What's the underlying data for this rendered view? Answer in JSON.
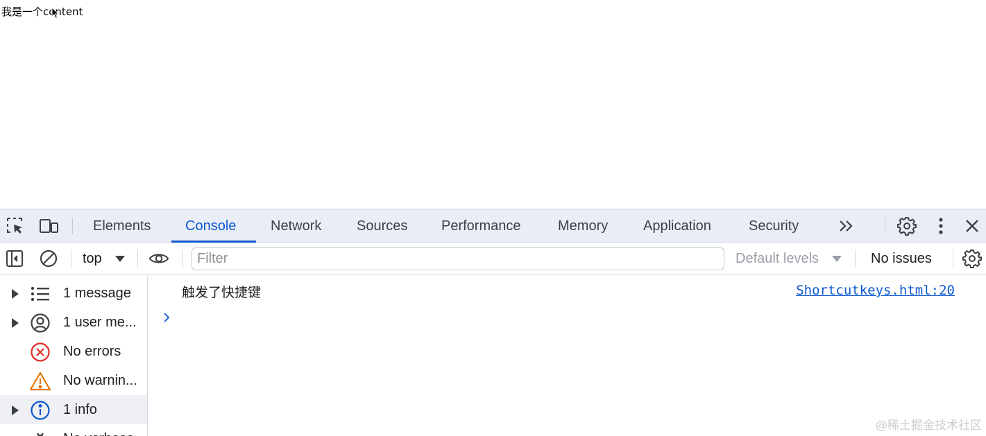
{
  "page": {
    "text": "我是一个content"
  },
  "devtools": {
    "tabs": [
      {
        "label": "Elements",
        "active": false
      },
      {
        "label": "Console",
        "active": true
      },
      {
        "label": "Network",
        "active": false
      },
      {
        "label": "Sources",
        "active": false
      },
      {
        "label": "Performance",
        "active": false
      },
      {
        "label": "Memory",
        "active": false
      },
      {
        "label": "Application",
        "active": false
      },
      {
        "label": "Security",
        "active": false
      }
    ],
    "toolbar": {
      "context": "top",
      "filter_placeholder": "Filter",
      "levels": "Default levels",
      "issues": "No issues"
    },
    "sidebar": [
      {
        "label": "1 message",
        "icon": "list-icon",
        "expandable": true
      },
      {
        "label": "1 user me...",
        "icon": "user-icon",
        "expandable": true
      },
      {
        "label": "No errors",
        "icon": "error-icon",
        "expandable": false
      },
      {
        "label": "No warnin...",
        "icon": "warning-icon",
        "expandable": false
      },
      {
        "label": "1 info",
        "icon": "info-icon",
        "expandable": true,
        "selected": true
      },
      {
        "label": "No verbose",
        "icon": "bug-icon",
        "expandable": false
      }
    ],
    "console": {
      "messages": [
        {
          "text": "触发了快捷键",
          "source": "Shortcutkeys.html:20"
        }
      ]
    },
    "colors": {
      "accent": "#0b57d0",
      "error": "#d93025",
      "warning": "#e37400",
      "tabbar_bg": "#e9eef6"
    }
  },
  "watermark": "@稀土掘金技术社区"
}
